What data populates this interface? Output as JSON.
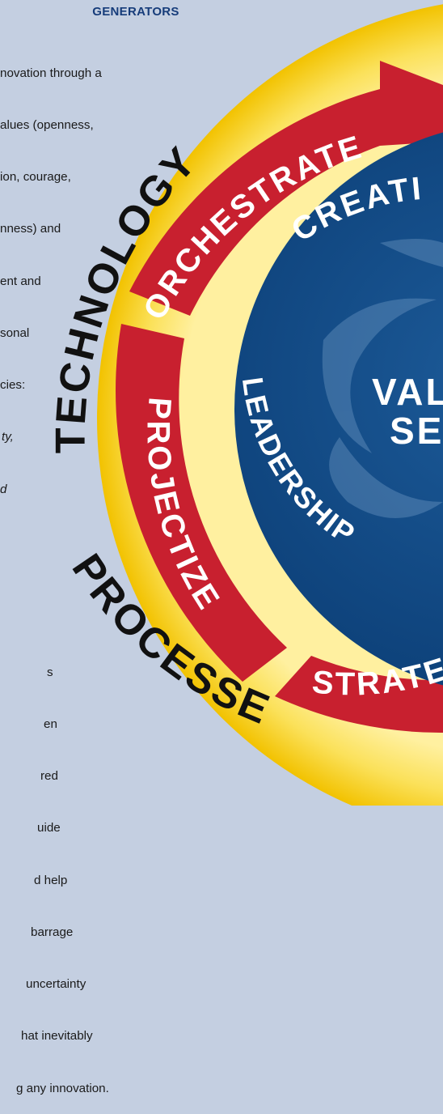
{
  "heading": "GENERATORS",
  "top_text": {
    "lines": [
      "novation through a",
      "alues (openness,",
      "ion, courage,",
      "nness) and",
      "ent and",
      "sonal",
      "cies:"
    ],
    "italic_lines": [
      "ty,",
      "d"
    ]
  },
  "bottom_text": {
    "lines": [
      "s",
      "en",
      "red",
      "uide",
      "d help",
      "barrage",
      "uncertainty",
      "hat inevitably",
      "g any innovation."
    ]
  },
  "outer_ring": {
    "labels": [
      "TECHNOLOGY",
      "PROCESSES"
    ],
    "color": "#f4c400"
  },
  "middle_ring": {
    "labels": [
      "ORCHESTRATE",
      "PROJECTIZE",
      "STRATE"
    ],
    "color": "#c8202f"
  },
  "core": {
    "labels": [
      "CREATI",
      "LEADERSHIP"
    ],
    "center_lines": [
      "VAL",
      "SE"
    ],
    "color": "#0e4a86"
  }
}
